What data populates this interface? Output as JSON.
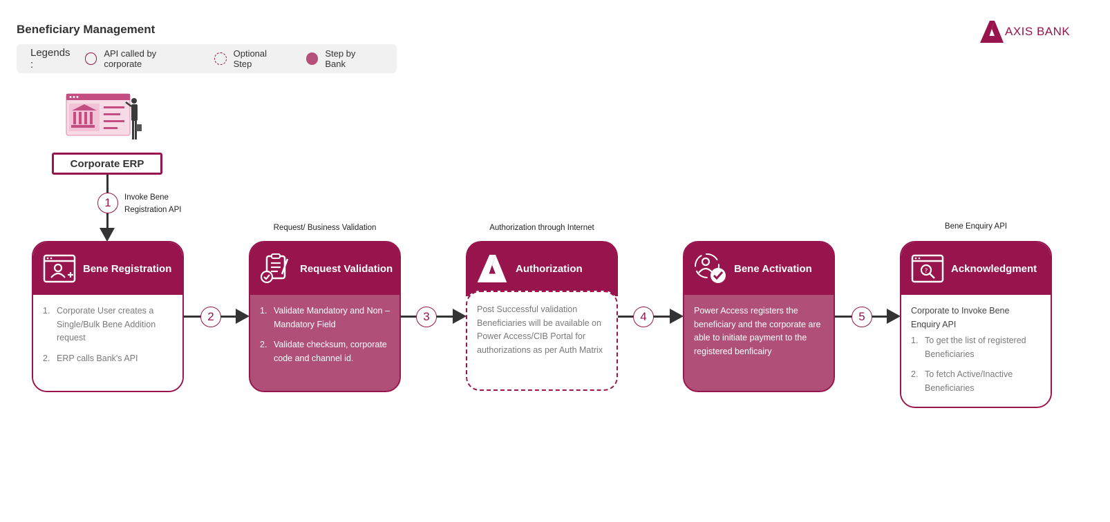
{
  "title": "Beneficiary Management",
  "brand": {
    "name": "AXIS BANK",
    "color": "#97144d"
  },
  "legend": {
    "title": "Legends :",
    "items": [
      {
        "label": "API called by corporate",
        "style": "solid-outline"
      },
      {
        "label": "Optional Step",
        "style": "dashed-outline"
      },
      {
        "label": "Step by Bank",
        "style": "filled"
      }
    ]
  },
  "source": {
    "label": "Corporate ERP",
    "icon": "bank-erp-illustration"
  },
  "steps": [
    {
      "number": "1",
      "label_lines": [
        "Invoke Bene",
        "Registration API"
      ]
    },
    {
      "number": "2"
    },
    {
      "number": "3"
    },
    {
      "number": "4"
    },
    {
      "number": "5"
    }
  ],
  "captions": {
    "request_validation": "Request/ Business Validation",
    "authorization": "Authorization through Internet",
    "acknowledgment": "Bene Enquiry API"
  },
  "cards": [
    {
      "title": "Bene Registration",
      "icon": "user-add-window-icon",
      "style": "api",
      "items": [
        "Corporate User creates a Single/Bulk Bene Addition request",
        "ERP calls Bank's API"
      ]
    },
    {
      "title": "Request Validation",
      "icon": "checklist-icon",
      "style": "bank",
      "items": [
        "Validate Mandatory and Non – Mandatory Field",
        "Validate checksum, corporate code and channel id."
      ]
    },
    {
      "title": "Authorization",
      "icon": "axis-logo-icon",
      "style": "optional",
      "text": "Post Successful validation Beneficiaries will be available on Power Access/CIB Portal for authorizations as per Auth Matrix"
    },
    {
      "title": "Bene Activation",
      "icon": "user-check-icon",
      "style": "bank",
      "text": "Power Access registers the beneficiary and the corporate are able to initiate payment to the registered benficairy"
    },
    {
      "title": "Acknowledgment",
      "icon": "search-window-icon",
      "style": "api",
      "lead": "Corporate to Invoke Bene Enquiry  API",
      "items": [
        "To get the list of registered Beneficiaries",
        "To fetch Active/Inactive Beneficiaries"
      ]
    }
  ],
  "colors": {
    "primary": "#97144d",
    "bank_fill": "#b05078",
    "connector": "#333333"
  }
}
